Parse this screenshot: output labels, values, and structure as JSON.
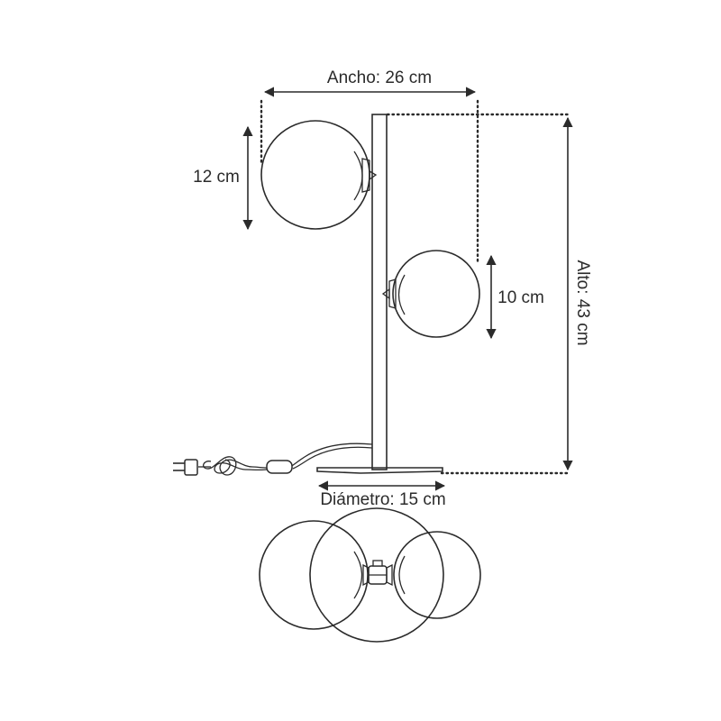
{
  "dimensions": {
    "width_label": "Ancho: 26 cm",
    "height_label": "Alto: 43 cm",
    "upper_globe_label": "12 cm",
    "lower_globe_label": "10 cm",
    "base_label": "Diámetro: 15 cm"
  },
  "colors": {
    "line": "#2b2b2b",
    "background": "#ffffff"
  }
}
